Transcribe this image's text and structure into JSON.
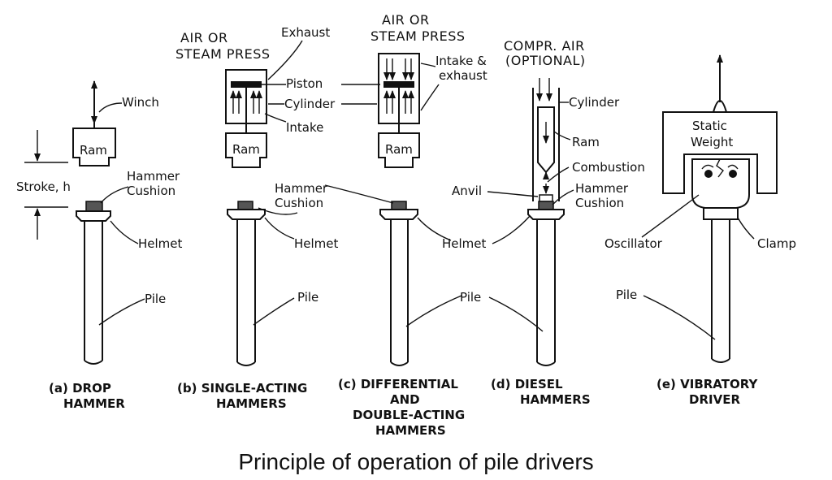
{
  "title": "Principle of operation of pile drivers",
  "panels": {
    "a": {
      "caption_tag": "(a)",
      "caption_l1": "DROP",
      "caption_l2": "HAMMER",
      "winch": "Winch",
      "ram": "Ram",
      "stroke": "Stroke, h",
      "cushion_l1": "Hammer",
      "cushion_l2": "Cushion",
      "helmet": "Helmet",
      "pile": "Pile"
    },
    "b": {
      "caption_tag": "(b)",
      "caption_l1": "SINGLE-ACTING",
      "caption_l2": "HAMMERS",
      "press_l1": "AIR OR",
      "press_l2": "STEAM PRESS",
      "exhaust": "Exhaust",
      "piston": "Piston",
      "cylinder": "Cylinder",
      "intake": "Intake",
      "ram": "Ram",
      "cushion_l1": "Hammer",
      "cushion_l2": "Cushion",
      "helmet": "Helmet",
      "pile": "Pile"
    },
    "c": {
      "caption_tag": "(c)",
      "caption_l1": "DIFFERENTIAL",
      "caption_l2": "AND",
      "caption_l3": "DOUBLE-ACTING",
      "caption_l4": "HAMMERS",
      "press_l1": "AIR OR",
      "press_l2": "STEAM PRESS",
      "intake_l1": "Intake &",
      "intake_l2": "exhaust",
      "ram": "Ram"
    },
    "d": {
      "caption_tag": "(d)",
      "caption_l1": "DIESEL",
      "caption_l2": "HAMMERS",
      "air_l1": "COMPR. AIR",
      "air_l2": "(OPTIONAL)",
      "cylinder": "Cylinder",
      "ram": "Ram",
      "combustion": "Combustion",
      "anvil": "Anvil",
      "cushion_l1": "Hammer",
      "cushion_l2": "Cushion"
    },
    "e": {
      "caption_tag": "(e)",
      "caption_l1": "VIBRATORY",
      "caption_l2": "DRIVER",
      "weight_l1": "Static",
      "weight_l2": "Weight",
      "oscillator": "Oscillator",
      "clamp": "Clamp",
      "pile": "Pile"
    },
    "shared": {
      "helmet": "Helmet",
      "pile": "Pile"
    }
  }
}
